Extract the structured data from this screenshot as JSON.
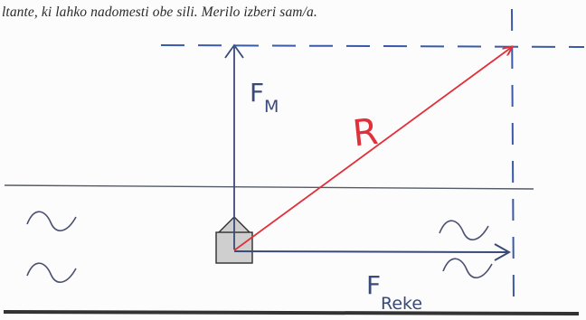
{
  "instruction_text": "ltante, ki lahko nadomesti obe sili. Merilo izberi sam/a.",
  "labels": {
    "force_m": {
      "letter": "F",
      "subscript": "M"
    },
    "resultant": "R",
    "force_reke": {
      "letter": "F",
      "subscript": "Reke"
    }
  },
  "colors": {
    "background": "#fcfcfc",
    "force_vector": "#3a4a78",
    "resultant_vector": "#e0303a",
    "construction_lines": "#3a5aa8",
    "riverbank": "#555a66",
    "wave": "#4a5070",
    "boat_body": "#cfcfcf",
    "boat_outline": "#2e2e2e"
  }
}
